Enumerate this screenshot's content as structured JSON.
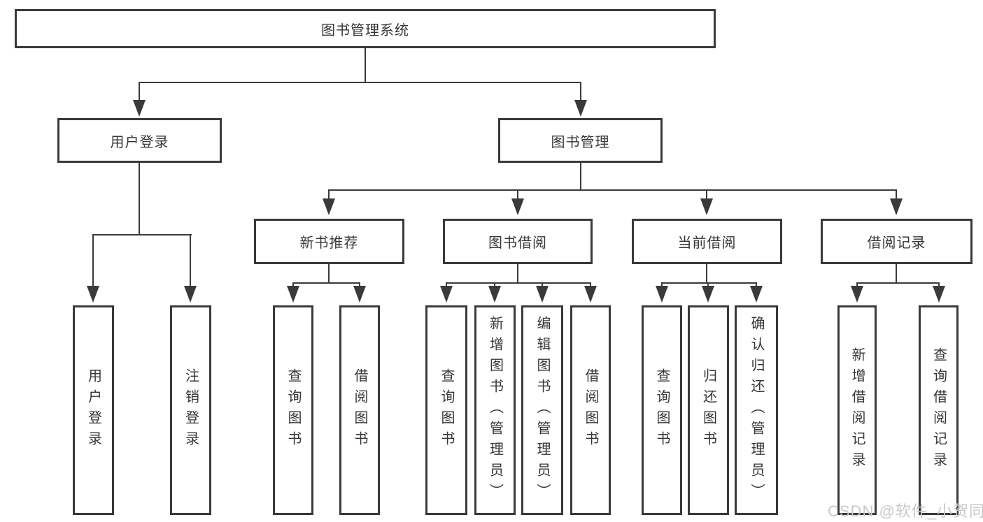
{
  "diagram": {
    "root": "图书管理系统",
    "user_branch": {
      "label": "用户登录",
      "children": [
        "用户登录",
        "注销登录"
      ]
    },
    "book_branch": {
      "label": "图书管理",
      "groups": [
        {
          "label": "新书推荐",
          "children": [
            "查询图书",
            "借阅图书"
          ]
        },
        {
          "label": "图书借阅",
          "children": [
            "查询图书",
            "新增图书（管理员）",
            "编辑图书（管理员）",
            "借阅图书"
          ]
        },
        {
          "label": "当前借阅",
          "children": [
            "查询图书",
            "归还图书",
            "确认归还（管理员）"
          ]
        },
        {
          "label": "借阅记录",
          "children": [
            "新增借阅记录",
            "查询借阅记录"
          ]
        }
      ]
    }
  },
  "watermark": "CSDN @软件_小贺同学",
  "colors": {
    "line": "#3a3a3a",
    "text": "#363636",
    "watermark": "#c9c9c9",
    "background": "#ffffff"
  }
}
